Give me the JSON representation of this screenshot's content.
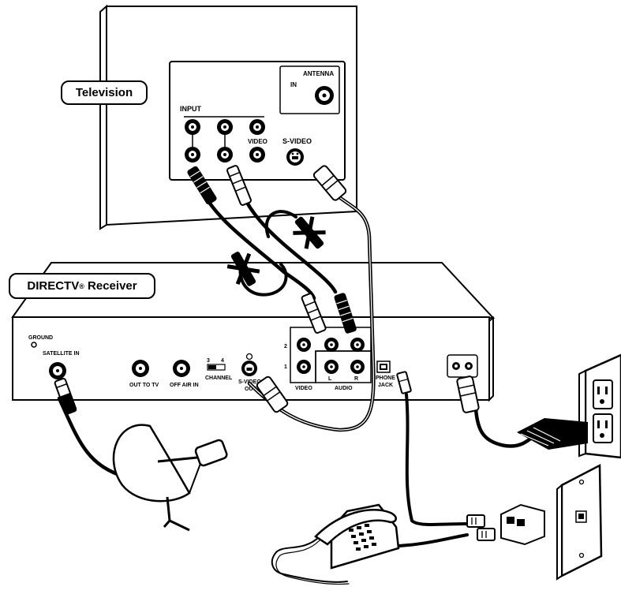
{
  "callouts": {
    "television": "Television",
    "receiver_brand": "DIRECTV",
    "receiver_reg": "®",
    "receiver_suffix": " Receiver"
  },
  "tv_panel": {
    "input": "INPUT",
    "video": "VIDEO",
    "s_video": "S-VIDEO",
    "antenna_line1": "ANTENNA",
    "antenna_line2": "IN"
  },
  "receiver_panel": {
    "ground": "GROUND",
    "satellite_in": "SATELLITE IN",
    "out_to_tv": "OUT TO TV",
    "off_air_in": "OFF AIR IN",
    "channel_3": "3",
    "channel_4": "4",
    "channel": "CHANNEL",
    "s_video_line1": "S-VIDEO",
    "s_video_line2": "OUT",
    "row_2": "2",
    "row_1": "1",
    "video": "VIDEO",
    "audio": "AUDIO",
    "audio_l": "L",
    "audio_r": "R",
    "phone_line1": "PHONE",
    "phone_line2": "JACK"
  }
}
